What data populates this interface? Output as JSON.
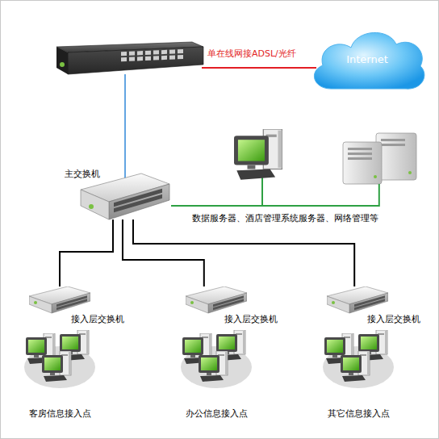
{
  "diagram": {
    "nodes": [
      {
        "text": [
          "Internet"
        ]
      },
      {
        "text": [
          "主交换机"
        ]
      },
      {
        "text": [
          "数据服务器、酒店管理系统服务器、网络管理等"
        ]
      },
      {
        "text": [
          "接入层交换机"
        ]
      },
      {
        "text": [
          "接入层交换机"
        ]
      },
      {
        "text": [
          "接入层交换机"
        ]
      },
      {
        "text": [
          "客房信息接入点"
        ]
      },
      {
        "text": [
          "办公信息接入点"
        ]
      },
      {
        "text": [
          "其它信息接入点"
        ]
      }
    ],
    "edges": [
      {
        "from": 1,
        "to": 2,
        "arrow": "none"
      },
      {
        "from": 1,
        "to": 3,
        "arrow": "none"
      },
      {
        "from": 1,
        "to": 4,
        "arrow": "none"
      },
      {
        "from": 1,
        "to": 5,
        "arrow": "none"
      }
    ],
    "labels": [
      "单在线网接ADSL/光纤"
    ]
  }
}
